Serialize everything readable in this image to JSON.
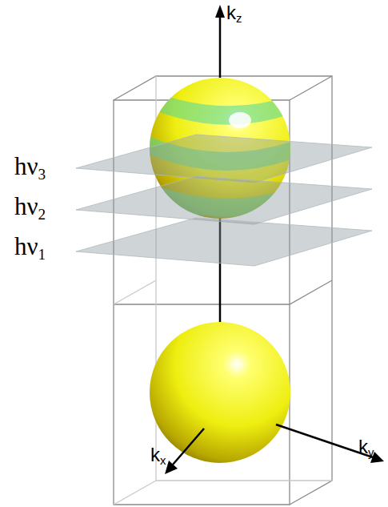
{
  "diagram": {
    "labels": [
      "kz",
      "hν3",
      "hν2",
      "hν1",
      "kx",
      "ky"
    ]
  }
}
